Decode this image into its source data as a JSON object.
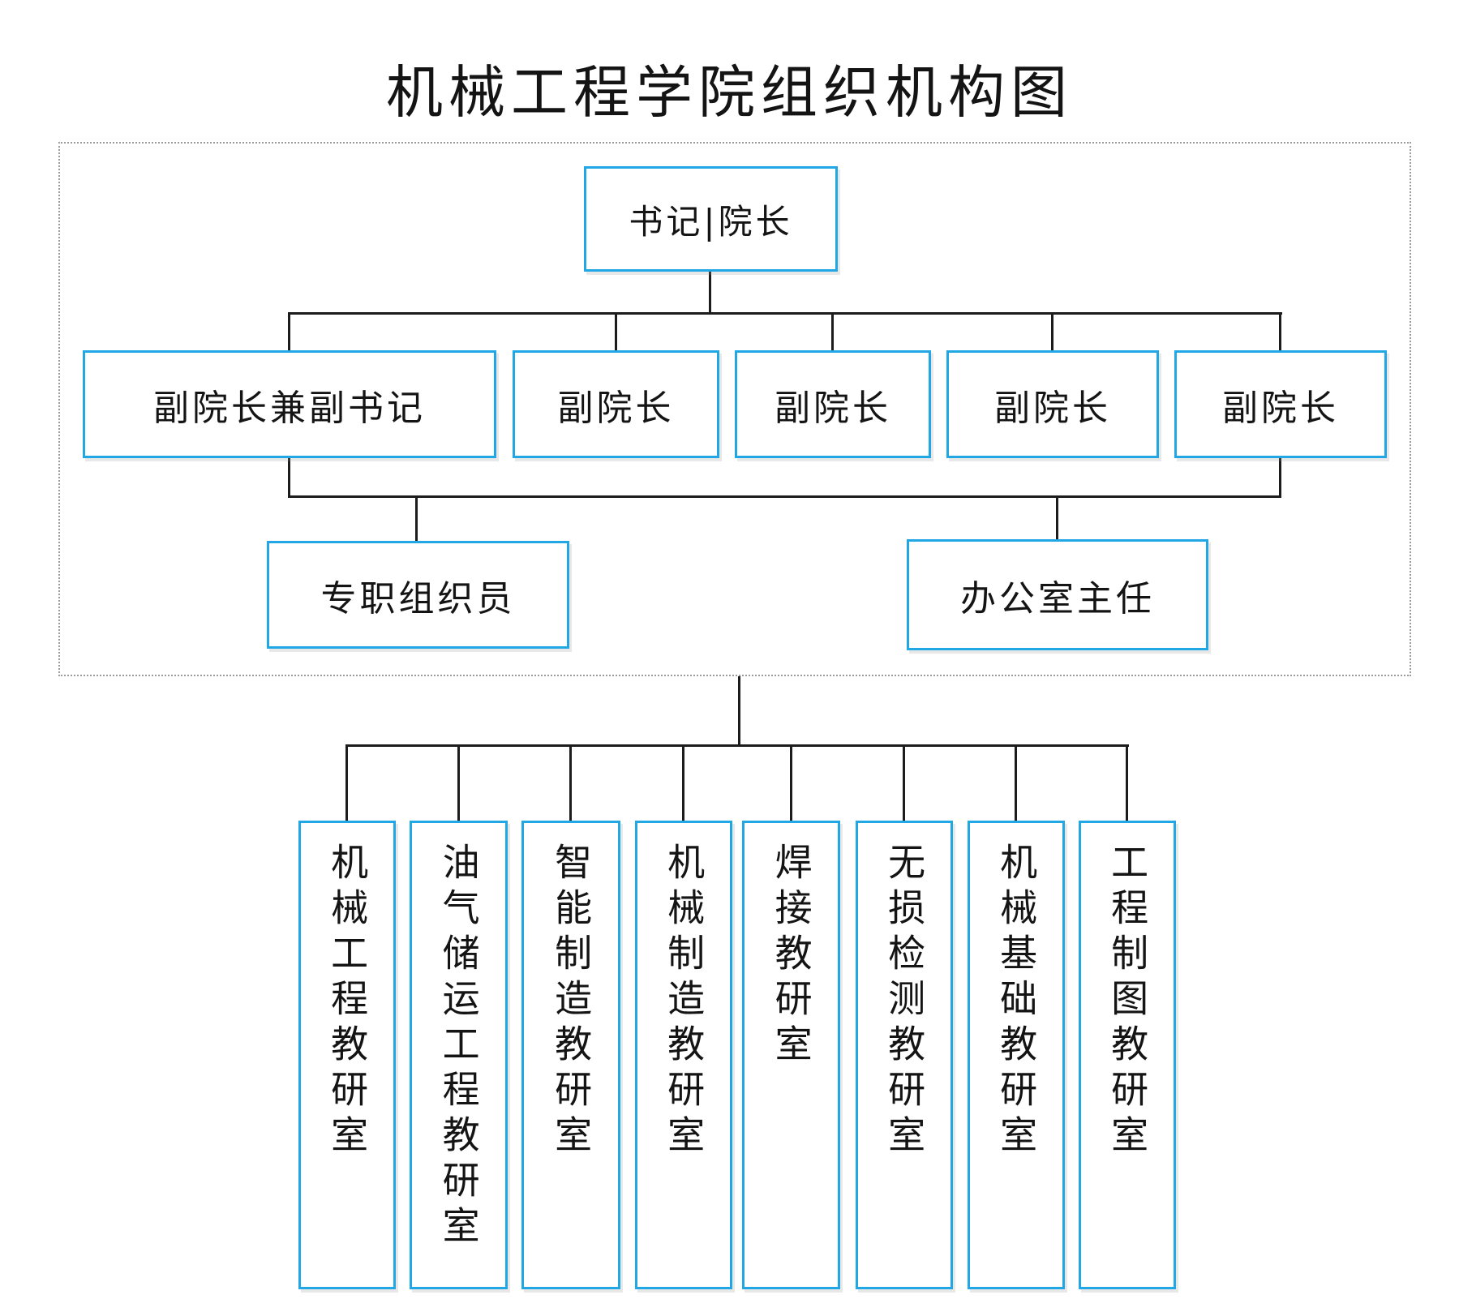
{
  "title": "机械工程学院组织机构图",
  "org": {
    "leader": "书记|院长",
    "deputies": [
      "副院长兼副书记",
      "副院长",
      "副院长",
      "副院长",
      "副院长"
    ],
    "staff": [
      "专职组织员",
      "办公室主任"
    ],
    "departments": [
      "机械工程教研室",
      "油气储运工程教研室",
      "智能制造教研室",
      "机械制造教研室",
      "焊接教研室",
      "无损检测教研室",
      "机械基础教研室",
      "工程制图教研室"
    ]
  },
  "colors": {
    "box_border": "#22a7e5",
    "connector": "#1c1c1c",
    "dotted_border": "#9b9b9b",
    "text": "#141414"
  }
}
